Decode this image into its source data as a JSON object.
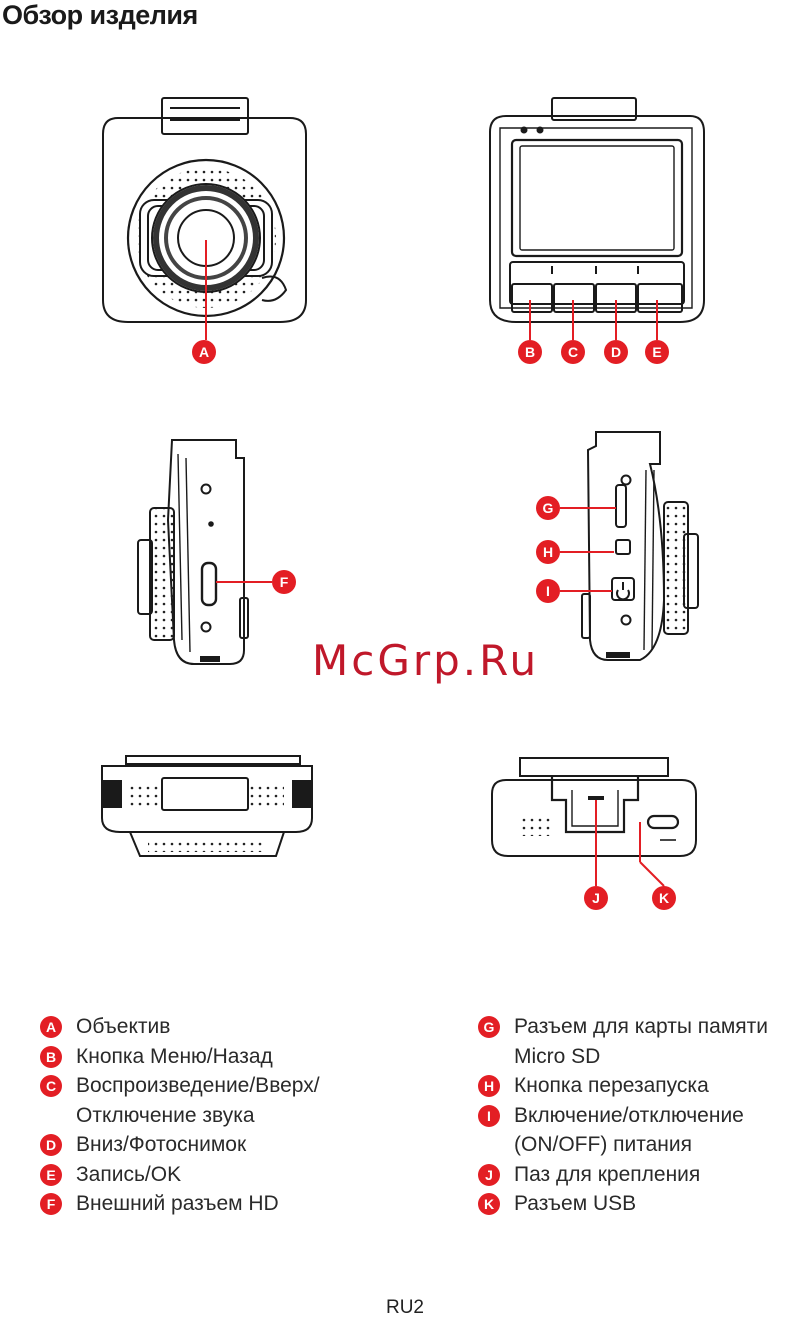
{
  "page": {
    "title": "Обзор изделия",
    "watermark": "McGrp.Ru",
    "footer": "RU2",
    "accent": "#e31e24"
  },
  "callouts": [
    "A",
    "B",
    "C",
    "D",
    "E",
    "F",
    "G",
    "H",
    "I",
    "J",
    "K"
  ],
  "legend_left": [
    {
      "letter": "A",
      "lines": [
        "Объектив"
      ]
    },
    {
      "letter": "B",
      "lines": [
        "Кнопка Меню/Назад"
      ]
    },
    {
      "letter": "C",
      "lines": [
        "Воспроизведение/Вверх/",
        "Отключение звука"
      ]
    },
    {
      "letter": "D",
      "lines": [
        "Вниз/Фотоснимок"
      ]
    },
    {
      "letter": "E",
      "lines": [
        "Запись/OK"
      ]
    },
    {
      "letter": "F",
      "lines": [
        "Внешний разъем HD"
      ]
    }
  ],
  "legend_right": [
    {
      "letter": "G",
      "lines": [
        "Разъем для карты памяти",
        "Micro SD"
      ]
    },
    {
      "letter": "H",
      "lines": [
        "Кнопка перезапуска"
      ]
    },
    {
      "letter": "I",
      "lines": [
        "Включение/отключение",
        "(ON/OFF) питания"
      ]
    },
    {
      "letter": "J",
      "lines": [
        "Паз для крепления"
      ]
    },
    {
      "letter": "K",
      "lines": [
        "Разъем USB"
      ]
    }
  ]
}
